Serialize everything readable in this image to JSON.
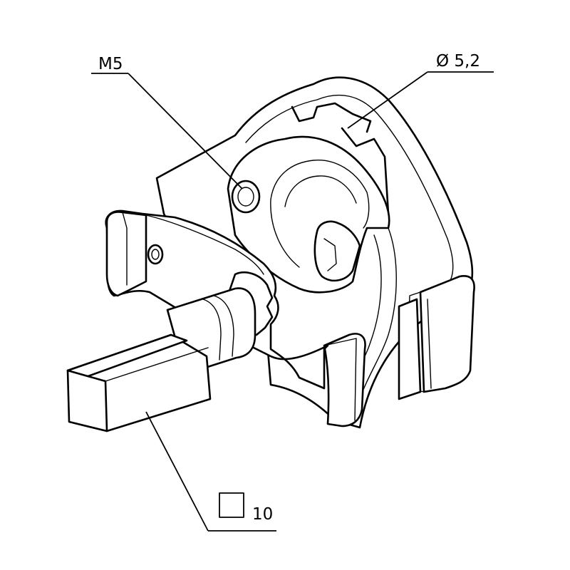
{
  "drawing": {
    "subject": "",
    "callouts": {
      "thread": "M5",
      "hole_diameter": "Ø 5,2",
      "square_shaft_size": "10"
    },
    "icons": {
      "square_symbol": "square-section-icon",
      "diameter_symbol": "diameter-icon"
    },
    "colors": {
      "line": "#000000",
      "background": "#ffffff"
    }
  }
}
